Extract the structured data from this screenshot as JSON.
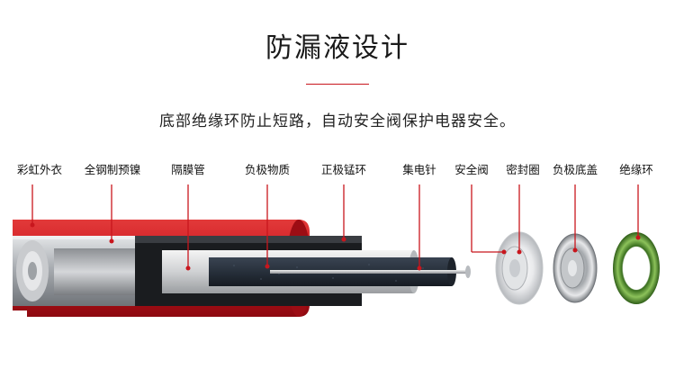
{
  "title": "防漏液设计",
  "subtitle": "底部绝缘环防止短路，自动安全阀保护电器安全。",
  "parts": [
    {
      "label": "彩虹外衣"
    },
    {
      "label": "全钢制预镍"
    },
    {
      "label": "隔膜管"
    },
    {
      "label": "负极物质"
    },
    {
      "label": "正极锰环"
    },
    {
      "label": "集电针"
    },
    {
      "label": "安全阀"
    },
    {
      "label": "密封圈"
    },
    {
      "label": "负极底盖"
    },
    {
      "label": "绝缘环"
    }
  ],
  "colors": {
    "accent": "#c8161d",
    "jacket_red": "#d3121a",
    "steel": "#b9bcc0",
    "anode_dark": "#2c3440",
    "ring_green": "#4f8a2a"
  }
}
